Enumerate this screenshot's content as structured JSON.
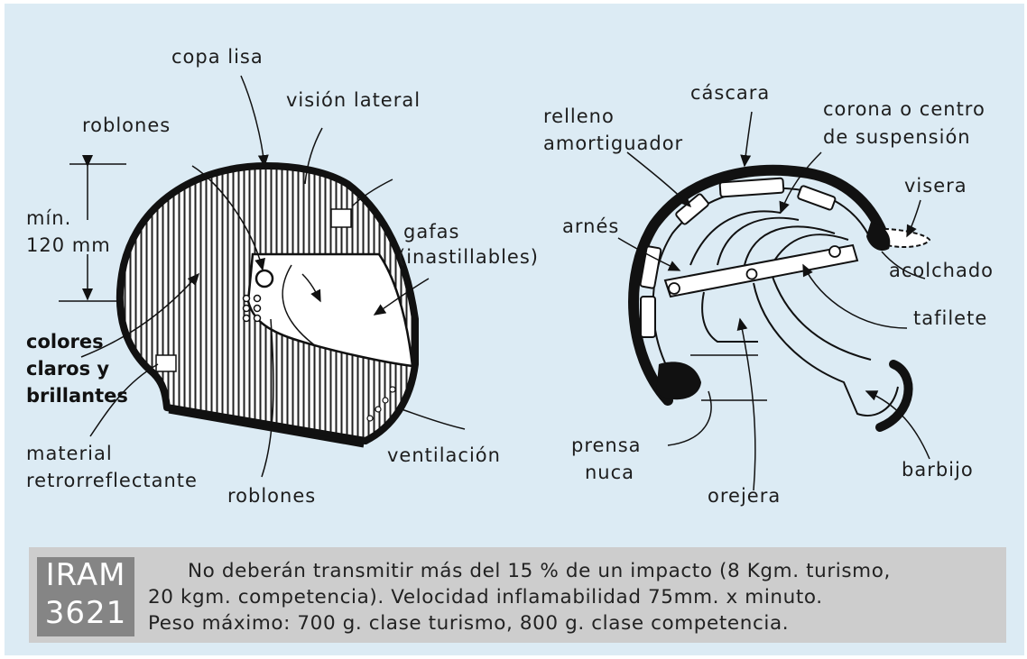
{
  "left_helmet": {
    "labels": {
      "copa_lisa": "copa lisa",
      "roblones_top": "roblones",
      "vision_lateral": "visión lateral",
      "min_line1": "mín.",
      "min_line2": "120 mm",
      "gafas_line1": "gafas",
      "gafas_line2": "(inastillables)",
      "colores_line1": "colores",
      "colores_line2": "claros y",
      "colores_line3": "brillantes",
      "material_line1": "material",
      "material_line2": "retrorreflectante",
      "roblones_bottom": "roblones",
      "ventilacion": "ventilación"
    }
  },
  "right_helmet": {
    "labels": {
      "cascara": "cáscara",
      "relleno_line1": "relleno",
      "relleno_line2": "amortiguador",
      "corona_line1": "corona o centro",
      "corona_line2": "de suspensión",
      "visera": "visera",
      "arnes": "arnés",
      "acolchado": "acolchado",
      "tafilete": "tafilete",
      "prensa_line1": "prensa",
      "prensa_line2": "nuca",
      "orejera": "orejera",
      "barbijo": "barbijo"
    }
  },
  "footer": {
    "badge_line1": "IRAM",
    "badge_line2": "3621",
    "note_lines": [
      "No deberán transmitir más del 15 % de un impacto (8 Kgm. turismo,",
      "20 kgm. competencia). Velocidad inflamabilidad 75mm.  x minuto.",
      "Peso máximo: 700 g. clase turismo, 800 g. clase  competencia."
    ]
  }
}
